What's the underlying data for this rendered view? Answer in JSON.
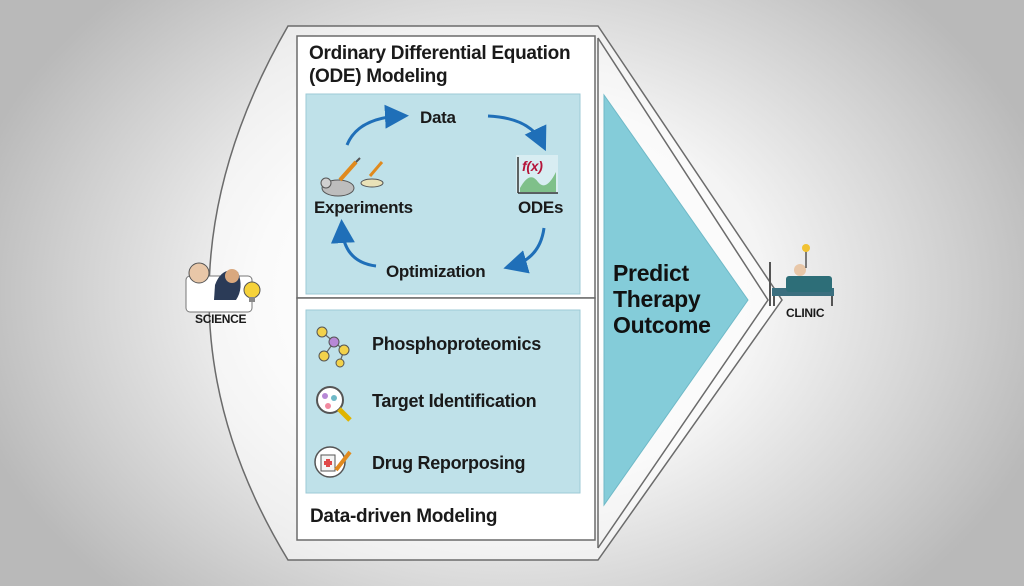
{
  "ode_section": {
    "title_line1": "Ordinary Differential Equation",
    "title_line2": "(ODE) Modeling",
    "cycle": {
      "data": "Data",
      "odes": "ODEs",
      "optimization": "Optimization",
      "experiments": "Experiments",
      "odes_icon_text": "f(x)"
    }
  },
  "data_driven_section": {
    "title": "Data-driven Modeling",
    "items": [
      {
        "label": "Phosphoproteomics",
        "icon": "network-nodes-icon"
      },
      {
        "label": "Target Identification",
        "icon": "magnifier-molecule-icon"
      },
      {
        "label": "Drug Reporposing",
        "icon": "medicine-syringe-icon"
      }
    ]
  },
  "outcome": {
    "line1": "Predict",
    "line2": "Therapy",
    "line3": "Outcome"
  },
  "science_label": "SCIENCE",
  "clinic_label": "CLINIC",
  "colors": {
    "panel_fill": "#bfe1e9",
    "triangle_fill": "#84ccd9",
    "arrow_blue": "#1f6fb8",
    "outline": "#555555"
  }
}
